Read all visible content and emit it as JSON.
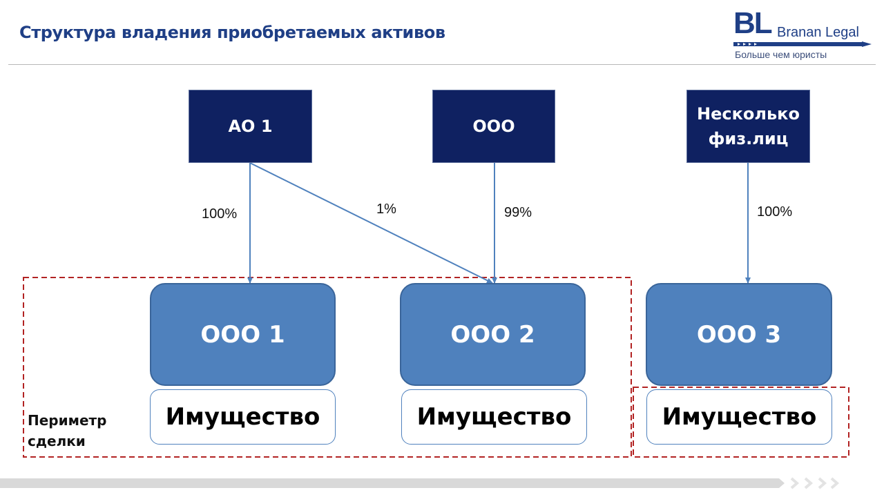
{
  "slide": {
    "title": "Структура владения приобретаемых активов"
  },
  "logo": {
    "mark": "BL",
    "name": "Branan Legal",
    "tagline": "Больше чем юристы"
  },
  "owners": [
    {
      "id": "ao1",
      "label": "АО 1"
    },
    {
      "id": "ooo-parent",
      "label": "ООО"
    },
    {
      "id": "individuals",
      "label_line1": "Несколько",
      "label_line2": "физ.лиц"
    }
  ],
  "companies": [
    {
      "id": "ooo1",
      "label": "ООО 1",
      "asset": "Имущество"
    },
    {
      "id": "ooo2",
      "label": "ООО 2",
      "asset": "Имущество"
    },
    {
      "id": "ooo3",
      "label": "ООО 3",
      "asset": "Имущество"
    }
  ],
  "edges": [
    {
      "from": "ao1",
      "to": "ooo1",
      "share": "100%"
    },
    {
      "from": "ao1",
      "to": "ooo2",
      "share": "1%"
    },
    {
      "from": "ooo-parent",
      "to": "ooo2",
      "share": "99%"
    },
    {
      "from": "individuals",
      "to": "ooo3",
      "share": "100%"
    }
  ],
  "perimeter": {
    "line1": "Периметр",
    "line2": "сделки"
  },
  "colors": {
    "owner_fill": "#0f2161",
    "company_fill": "#4f81bd",
    "arrow": "#4f81bd",
    "perimeter_border": "#b22222",
    "title": "#1f3f86"
  }
}
